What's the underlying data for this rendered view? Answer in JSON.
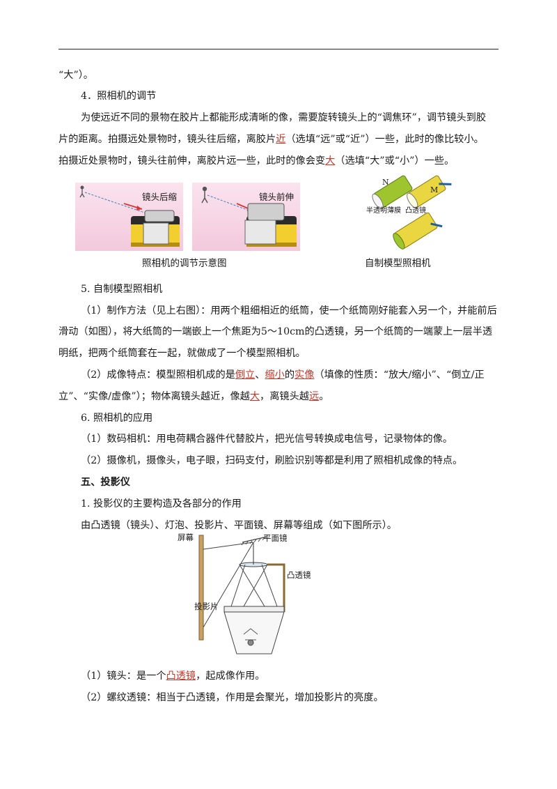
{
  "lines": {
    "l0": "“大”）。",
    "h4": "4．照相机的调节",
    "p1a": "为使远近不同的景物在胶片上都能形成清晰的像，需要旋转镜头上的“调焦环”，调节镜头到胶",
    "p1b_pre": "片的距离。拍摄远处景物时，镜头往后缩，离胶片",
    "p1b_ans": "近",
    "p1b_post": "（选填“远”或“近”）一些，此时的像比较小。",
    "p1c_pre": "拍摄近处景物时，镜头往前伸，离胶片远一些，此时的像会变",
    "p1c_ans": "大",
    "p1c_post": "（选填“大”或“小”）一些。",
    "h5": "5. 自制模型照相机",
    "p2a": "（1）制作方法（见上右图）：用两个粗细相近的纸筒，使一个纸筒刚好能套入另一个，并能前后",
    "p2b": "滑动（如图），将大纸筒的一端嵌上一个焦距为5～10cm的凸透镜，另一个纸筒的一端蒙上一层半透",
    "p2c": "明纸，把两个纸筒套在一起，就做成了一个模型照相机。",
    "p3a_pre": "（2）成像特点：模型照相机成的是",
    "p3a_ans1": "倒立",
    "p3a_sep": "、",
    "p3a_ans2": "缩小",
    "p3a_mid": "的",
    "p3a_ans3": "实像",
    "p3a_post": "（填像的性质：“放大/缩小”、“倒立/正",
    "p3b_pre": "立”、“实像/虚像”）；物体离镜头越近，像越",
    "p3b_ans1": "大",
    "p3b_mid": "，离镜头越",
    "p3b_ans2": "远",
    "p3b_post": "。",
    "h6": "6. 照相机的应用",
    "p4": "（1）数码相机：用电荷耦合器件代替胶片，把光信号转换成电信号，记录物体的像。",
    "p5": "（2）摄像机，摄像头，电子眼，扫码支付，刷脸识别等都是利用了照相机成像的特点。",
    "sec5": "五、投影仪",
    "h7": "1. 投影仪的主要构造及各部分的作用",
    "p6": "由凸透镜（镜头）、灯泡、投影片、平面镜、屏幕等组成（如下图所示）。",
    "p7_pre": "（1）镜头：是一个",
    "p7_ans": "凸透镜",
    "p7_post": "，起成像作用。",
    "p8": "（2）螺纹透镜：相当于凸透镜，作用是会聚光，增加投影片的亮度。"
  },
  "figures": {
    "camera_retract": "镜头后缩",
    "camera_extend": "镜头前伸",
    "camera_caption": "照相机的调节示意图",
    "model_N": "N",
    "model_M": "M",
    "model_film": "半透明薄膜",
    "model_lens": "凸透镜",
    "model_caption": "自制模型照相机",
    "proj_screen": "屏幕",
    "proj_mirror": "平面镜",
    "proj_lens": "凸透镜",
    "proj_slide": "投影片"
  }
}
